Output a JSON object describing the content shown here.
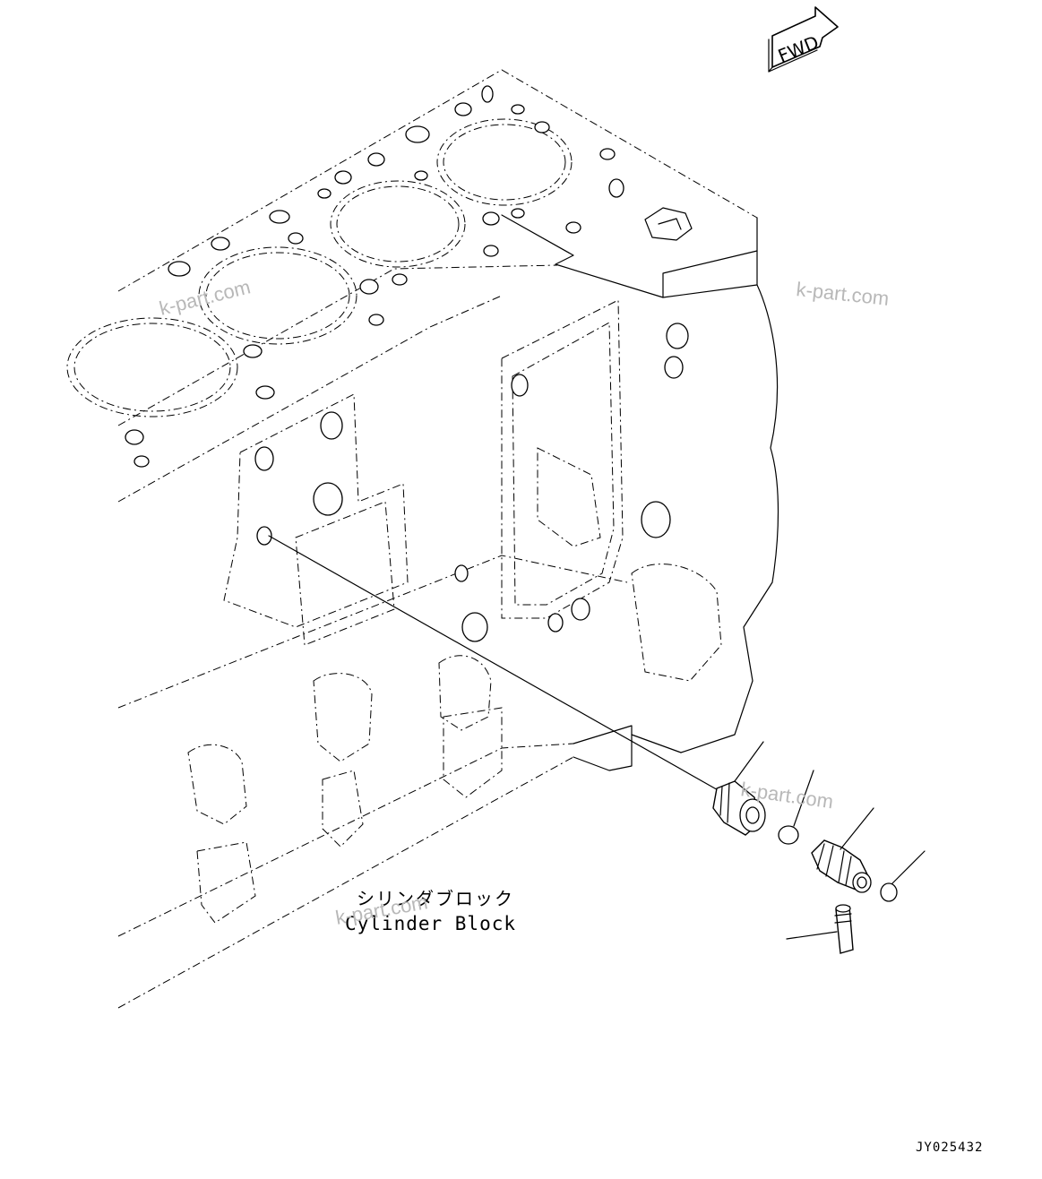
{
  "diagram": {
    "part_label_jp": "シリンダブロック",
    "part_label_en": "Cylinder Block",
    "orientation_marker": "FWD",
    "drawing_code": "JY025432",
    "watermarks": [
      "k-part.com",
      "k-part.com",
      "k-part.com",
      "k-part.com"
    ]
  }
}
